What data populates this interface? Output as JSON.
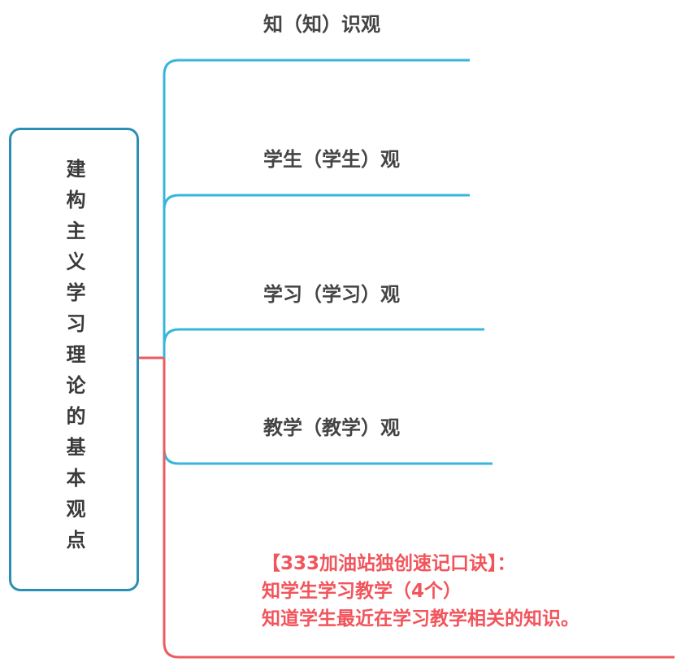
{
  "root": {
    "title": "建构主义学习理论的基本观点"
  },
  "branches": [
    {
      "label": "知（知）识观"
    },
    {
      "label": "学生（学生）观"
    },
    {
      "label": "学习（学习）观"
    },
    {
      "label": "教学（教学）观"
    }
  ],
  "note": {
    "lines": [
      "【333加油站独创速记口诀】：",
      "知学生学习教学（4个）",
      "知道学生最近在学习教学相关的知识。"
    ]
  },
  "colors": {
    "root_border": "#2a8fb3",
    "branch_line": "#37b5dc",
    "note_line": "#ee5a5f",
    "note_text": "#f2545b",
    "label_text": "#444444"
  }
}
